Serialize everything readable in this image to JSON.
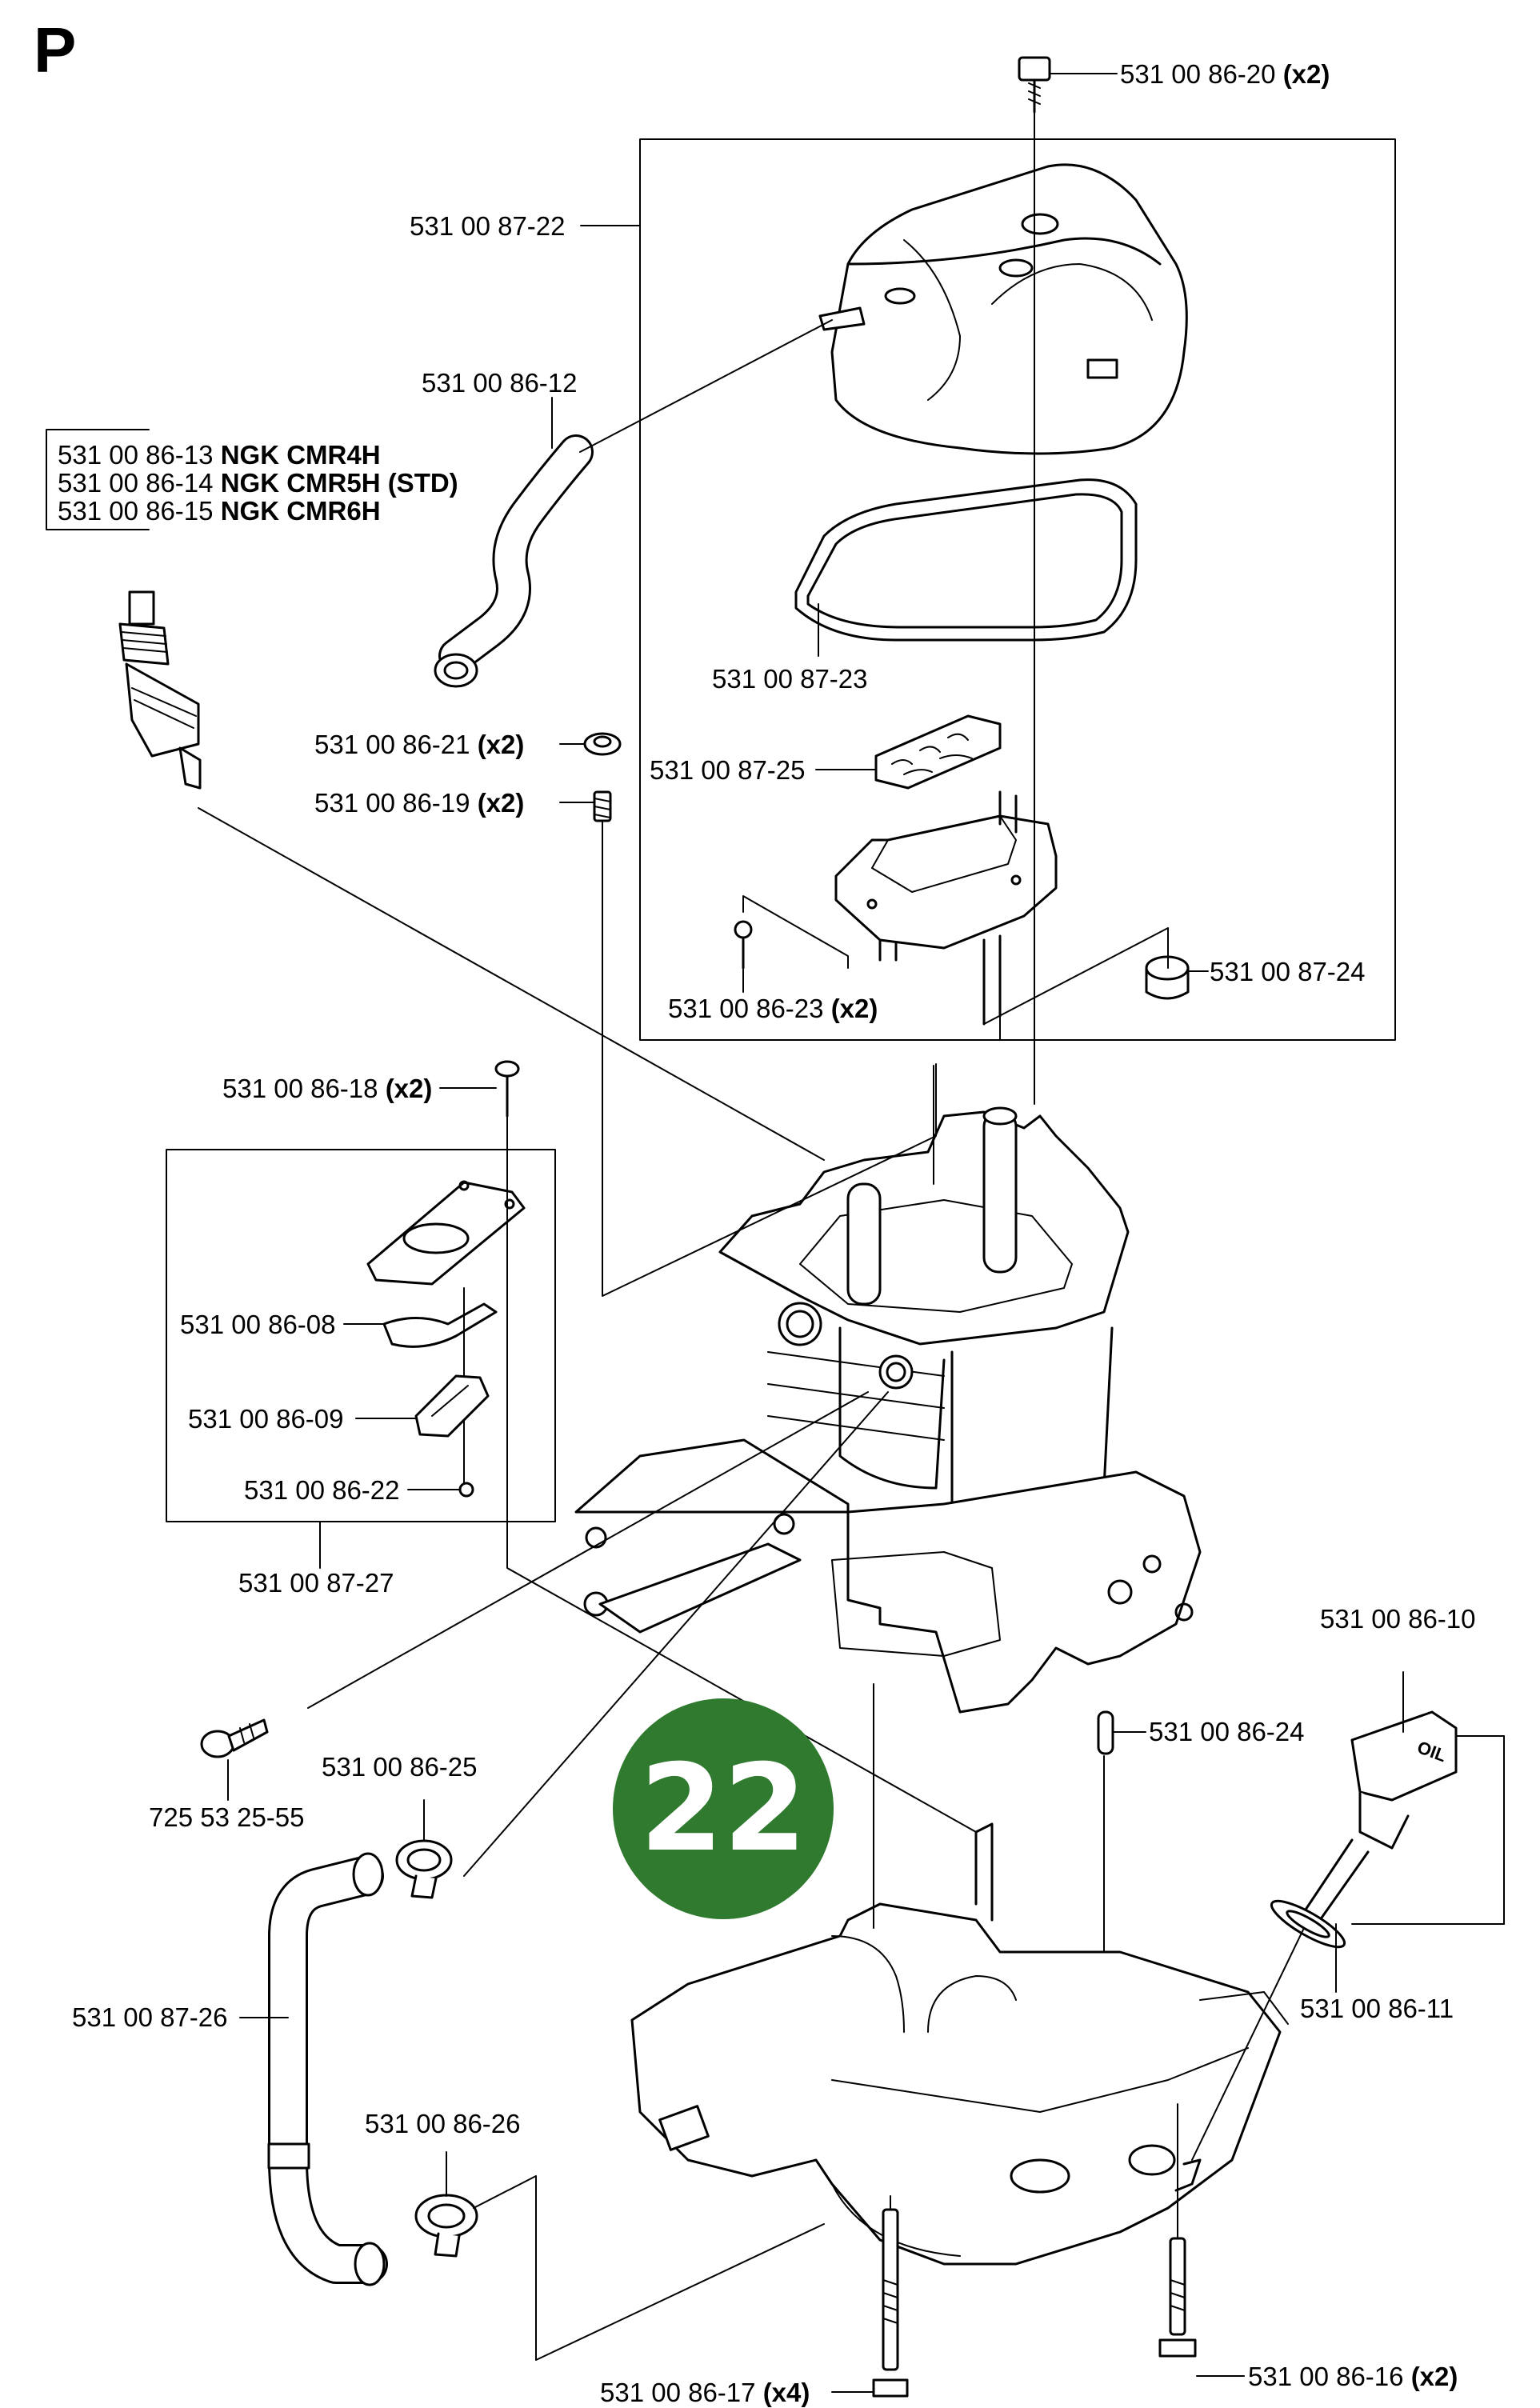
{
  "page_letter": "P",
  "badge": {
    "label": "22",
    "color": "#2f7a2f"
  },
  "oil_cap_text": "OIL",
  "labels": {
    "l_86_20": {
      "part": "531 00 86-20",
      "qty": "(x2)"
    },
    "l_87_22": {
      "part": "531 00 87-22",
      "qty": ""
    },
    "l_86_12": {
      "part": "531 00 86-12",
      "qty": ""
    },
    "l_86_13": {
      "part": "531 00 86-13",
      "qty": "NGK CMR4H"
    },
    "l_86_14": {
      "part": "531 00 86-14",
      "qty": "NGK CMR5H (STD)"
    },
    "l_86_15": {
      "part": "531 00 86-15",
      "qty": "NGK CMR6H"
    },
    "l_87_23": {
      "part": "531 00 87-23",
      "qty": ""
    },
    "l_86_21": {
      "part": "531 00 86-21",
      "qty": "(x2)"
    },
    "l_87_25": {
      "part": "531 00 87-25",
      "qty": ""
    },
    "l_86_19": {
      "part": "531 00 86-19",
      "qty": "(x2)"
    },
    "l_87_24": {
      "part": "531 00 87-24",
      "qty": ""
    },
    "l_86_23": {
      "part": "531 00 86-23",
      "qty": "(x2)"
    },
    "l_86_18": {
      "part": "531 00 86-18",
      "qty": "(x2)"
    },
    "l_86_08": {
      "part": "531 00 86-08",
      "qty": ""
    },
    "l_86_09": {
      "part": "531 00 86-09",
      "qty": ""
    },
    "l_86_22": {
      "part": "531 00 86-22",
      "qty": ""
    },
    "l_87_27": {
      "part": "531 00 87-27",
      "qty": ""
    },
    "l_86_10": {
      "part": "531 00 86-10",
      "qty": ""
    },
    "l_86_24": {
      "part": "531 00 86-24",
      "qty": ""
    },
    "l_725": {
      "part": "725 53 25-55",
      "qty": ""
    },
    "l_86_25": {
      "part": "531 00 86-25",
      "qty": ""
    },
    "l_86_11": {
      "part": "531 00 86-11",
      "qty": ""
    },
    "l_87_26": {
      "part": "531 00 87-26",
      "qty": ""
    },
    "l_86_26": {
      "part": "531 00 86-26",
      "qty": ""
    },
    "l_86_17": {
      "part": "531 00 86-17",
      "qty": "(x4)"
    },
    "l_86_16": {
      "part": "531 00 86-16",
      "qty": "(x2)"
    }
  }
}
